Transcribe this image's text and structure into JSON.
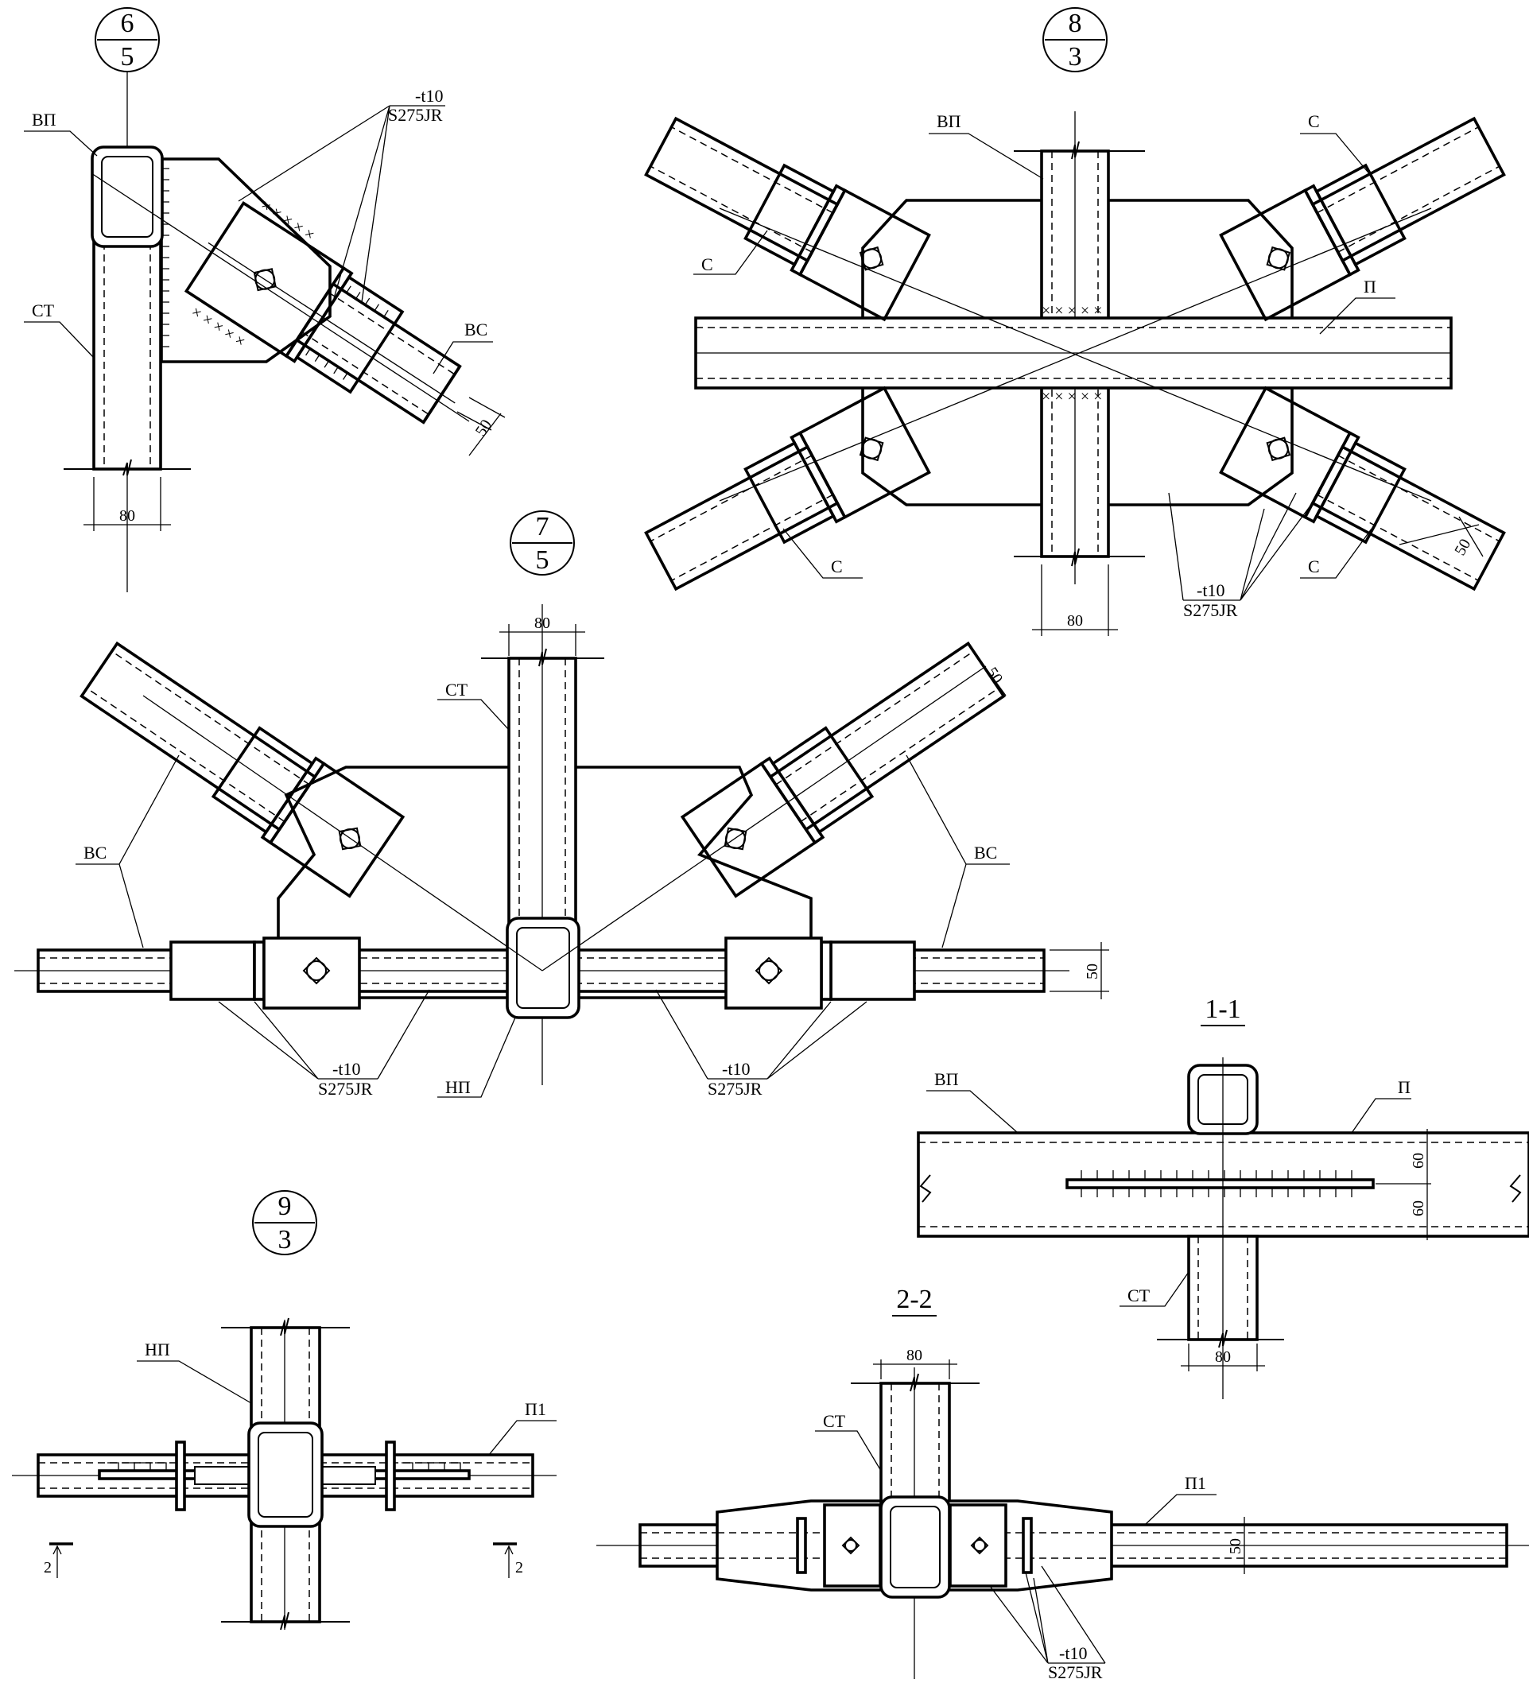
{
  "nodes": {
    "n6": {
      "num": "6",
      "den": "5"
    },
    "n8": {
      "num": "8",
      "den": "3"
    },
    "n7": {
      "num": "7",
      "den": "5"
    },
    "n9": {
      "num": "9",
      "den": "3"
    }
  },
  "sections": {
    "s11": "1-1",
    "s22": "2-2"
  },
  "labels": {
    "vp": "ВП",
    "np": "НП",
    "st": "СТ",
    "vs": "ВС",
    "s": "С",
    "p": "П",
    "p1": "П1",
    "plate_t": "-t10",
    "plate_steel": "S275JR",
    "cut_mark": "2"
  },
  "dims": {
    "d80": "80",
    "d50": "50",
    "d60": "60"
  }
}
